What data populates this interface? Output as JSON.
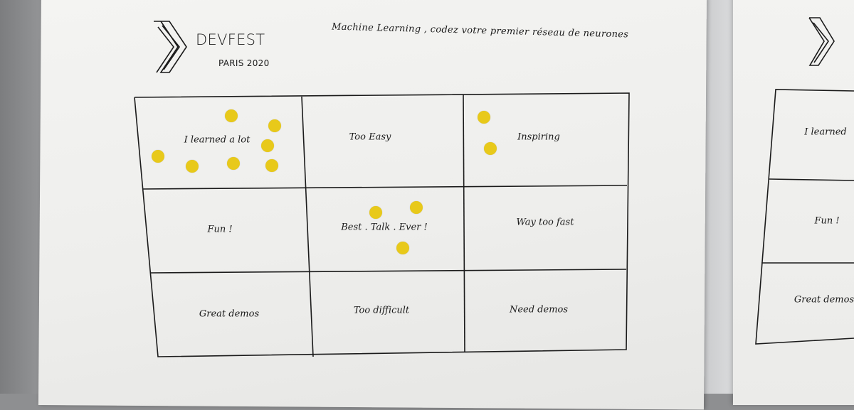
{
  "poster": {
    "brand": "DEVFEST",
    "edition": "PARIS 2020",
    "heading": "Machine Learning ,   codez votre premier réseau de neurones"
  },
  "grid": {
    "cells": [
      {
        "label": "I learned a lot"
      },
      {
        "label": "Too Easy"
      },
      {
        "label": "Inspiring"
      },
      {
        "label": "Fun !"
      },
      {
        "label": "Best . Talk . Ever !"
      },
      {
        "label": "Way too fast"
      },
      {
        "label": "Great demos"
      },
      {
        "label": "Too difficult"
      },
      {
        "label": "Need demos"
      }
    ],
    "votes": [
      7,
      0,
      2,
      0,
      3,
      0,
      0,
      0,
      0
    ]
  },
  "second_poster": {
    "cells": [
      {
        "label": "I learned"
      },
      {
        "label": "Fun !"
      },
      {
        "label": "Great demos"
      }
    ]
  },
  "colors": {
    "sticker": "#e8c91a",
    "ink": "#1b1b1b",
    "paper": "#f1f1ef"
  }
}
